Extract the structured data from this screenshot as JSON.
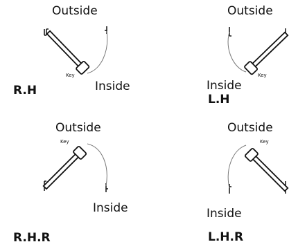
{
  "colors": {
    "stroke": "#111111",
    "swing": "#777777",
    "background": "#ffffff"
  },
  "panels": [
    {
      "id": "rh",
      "outside": "Outside",
      "inside": "Inside",
      "key": "Key",
      "hand": "R.H"
    },
    {
      "id": "lh",
      "outside": "Outside",
      "inside": "Inside",
      "key": "Key",
      "hand": "L.H"
    },
    {
      "id": "rhr",
      "outside": "Outside",
      "inside": "Inside",
      "key": "Key",
      "hand": "R.H.R"
    },
    {
      "id": "lhr",
      "outside": "Outside",
      "inside": "Inside",
      "key": "Key",
      "hand": "L.H.R"
    }
  ]
}
